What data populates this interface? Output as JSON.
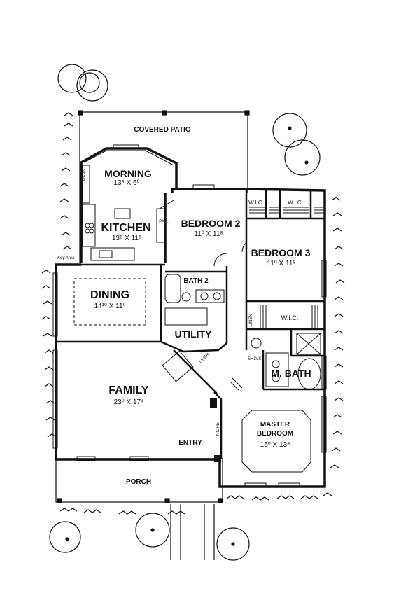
{
  "rooms": {
    "covered_patio": "COVERED PATIO",
    "morning": {
      "name": "MORNING",
      "dim": "13⁸ X 6⁰"
    },
    "kitchen": {
      "name": "KITCHEN",
      "dim": "13⁸ X 11⁶"
    },
    "bedroom2": {
      "name": "BEDROOM 2",
      "dim": "11⁰ X 11⁸"
    },
    "bedroom3": {
      "name": "BEDROOM 3",
      "dim": "11⁰ X 11⁸"
    },
    "dining": {
      "name": "DINING",
      "dim": "14¹⁰ X 11⁰"
    },
    "bath2": "BATH 2",
    "utility": "UTILITY",
    "family": {
      "name": "FAMILY",
      "dim": "23⁰ X 17⁴"
    },
    "master_bedroom": {
      "name_line1": "MASTER",
      "name_line2": "BEDROOM",
      "dim": "15⁰ X 13⁸"
    },
    "m_bath": "M. BATH",
    "entry": "ENTRY",
    "porch": "PORCH"
  },
  "small_labels": {
    "wic_1": "W.I.C.",
    "wic_2": "W.I.C.",
    "wic_3": "W.I.C.",
    "pantry": "PAN.",
    "desk": "DESK",
    "linen_1": "LINEN",
    "linen_2": "LINEN",
    "shelves": "SHLVS",
    "niche": "NICHE",
    "key_area": "Key Area"
  },
  "colors": {
    "line": "#111111",
    "background": "#ffffff"
  }
}
